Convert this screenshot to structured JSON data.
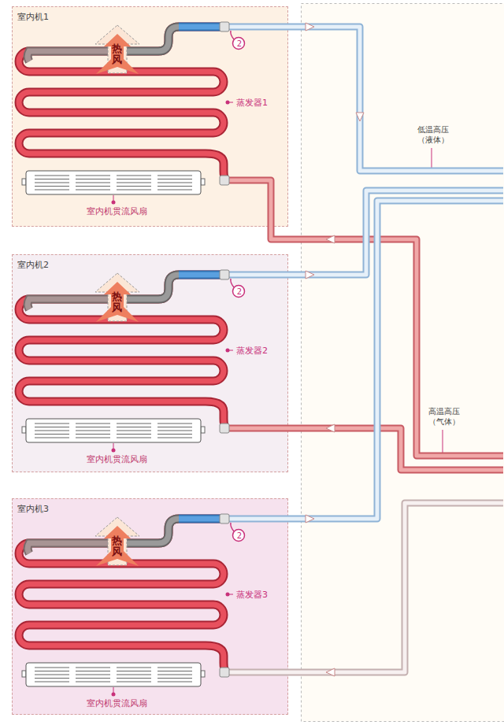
{
  "diagram": {
    "nodes": [
      {
        "text": [
          "室内机1"
        ]
      },
      {
        "text": [
          "热风"
        ],
        "in": 0
      },
      {
        "text": [
          "室内机贯流风扇"
        ],
        "in": 0
      },
      {
        "text": [
          "室内机2"
        ]
      },
      {
        "text": [
          "热风"
        ],
        "in": 3
      },
      {
        "text": [
          "室内机贯流风扇"
        ],
        "in": 3
      },
      {
        "text": [
          "室内机3"
        ]
      },
      {
        "text": [
          "热风"
        ],
        "in": 6
      },
      {
        "text": [
          "室内机贯流风扇"
        ],
        "in": 6
      }
    ],
    "labels": [
      "2",
      "蒸发器1",
      "低温高压 （液体）",
      "2",
      "蒸发器2",
      "高温高压 （气体）",
      "2",
      "蒸发器3"
    ]
  }
}
